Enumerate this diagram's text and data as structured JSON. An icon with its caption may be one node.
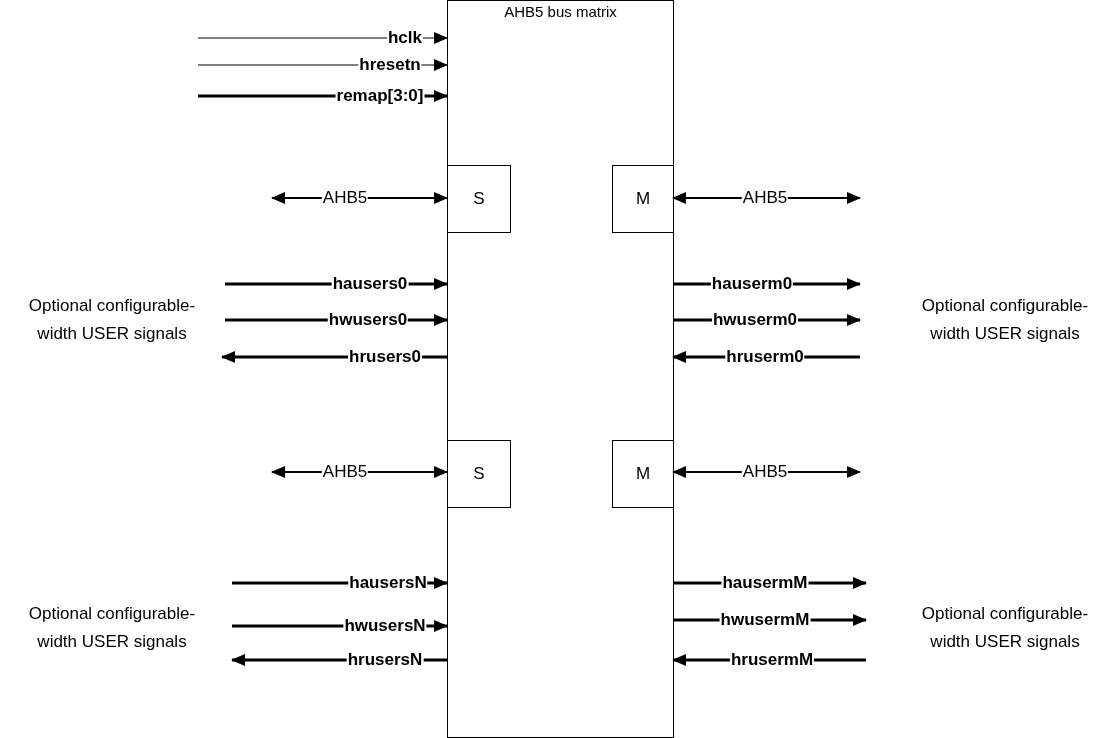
{
  "diagram": {
    "nodes": [
      {
        "text": [
          "AHB5 bus matrix"
        ]
      },
      {
        "text": [
          "S"
        ],
        "in": 0
      },
      {
        "text": [
          "M"
        ],
        "in": 0
      },
      {
        "text": [
          "S"
        ],
        "in": 0
      },
      {
        "text": [
          "M"
        ],
        "in": 0
      }
    ],
    "edges": [
      {
        "from": null,
        "to": 0,
        "arrow": "to",
        "label": "hclk"
      },
      {
        "from": null,
        "to": 0,
        "arrow": "to",
        "label": "hresetn"
      },
      {
        "from": null,
        "to": 0,
        "arrow": "to",
        "label": "remap[3:0]"
      },
      {
        "from": null,
        "to": 1,
        "arrow": "both",
        "label": "AHB5"
      },
      {
        "from": null,
        "to": 0,
        "arrow": "to",
        "label": "hausers0"
      },
      {
        "from": null,
        "to": 0,
        "arrow": "to",
        "label": "hwusers0"
      },
      {
        "from": 0,
        "to": null,
        "arrow": "to",
        "label": "hrusers0"
      },
      {
        "from": 2,
        "to": null,
        "arrow": "both",
        "label": "AHB5"
      },
      {
        "from": 0,
        "to": null,
        "arrow": "to",
        "label": "hauserm0"
      },
      {
        "from": 0,
        "to": null,
        "arrow": "to",
        "label": "hwuserm0"
      },
      {
        "from": null,
        "to": 0,
        "arrow": "to",
        "label": "hruserm0"
      },
      {
        "from": null,
        "to": 3,
        "arrow": "both",
        "label": "AHB5"
      },
      {
        "from": null,
        "to": 0,
        "arrow": "to",
        "label": "hausersN"
      },
      {
        "from": null,
        "to": 0,
        "arrow": "to",
        "label": "hwusersN"
      },
      {
        "from": 0,
        "to": null,
        "arrow": "to",
        "label": "hrusersN"
      },
      {
        "from": 4,
        "to": null,
        "arrow": "both",
        "label": "AHB5"
      },
      {
        "from": 0,
        "to": null,
        "arrow": "to",
        "label": "hausermM"
      },
      {
        "from": 0,
        "to": null,
        "arrow": "to",
        "label": "hwusermM"
      },
      {
        "from": null,
        "to": 0,
        "arrow": "to",
        "label": "hrusermM"
      }
    ],
    "labels": [
      "Optional configurable-width USER signals",
      "Optional configurable-width USER signals",
      "Optional configurable-width USER signals",
      "Optional configurable-width USER signals"
    ]
  }
}
